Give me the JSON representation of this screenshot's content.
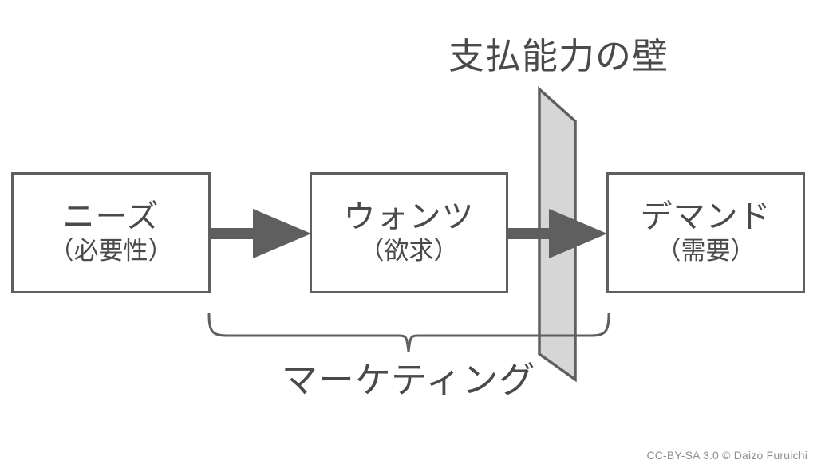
{
  "diagram": {
    "title_label": "支払能力の壁",
    "bracket_label": "マーケティング",
    "credit": "CC-BY-SA 3.0 © Daizo Furuichi",
    "colors": {
      "stroke": "#5f5f5f",
      "text": "#4a4a4a",
      "wall_fill": "#d6d6d6",
      "arrow_fill": "#5f5f5f",
      "background": "#ffffff",
      "credit_text": "#8e8e8e"
    },
    "boxes": [
      {
        "id": "needs",
        "title": "ニーズ",
        "subtitle": "（必要性）"
      },
      {
        "id": "wants",
        "title": "ウォンツ",
        "subtitle": "（欲求）"
      },
      {
        "id": "demand",
        "title": "デマンド",
        "subtitle": "（需要）"
      }
    ],
    "arrows": [
      {
        "id": "needs-to-wants",
        "from": "needs",
        "to": "wants"
      },
      {
        "id": "wants-to-demand",
        "from": "wants",
        "to": "demand"
      }
    ],
    "wall": {
      "id": "ability-to-pay-wall",
      "shape": "parallelogram",
      "spans": "between wants and demand"
    },
    "bracket": {
      "id": "marketing-brace",
      "covers": "needs-arrow through wants-arrow"
    }
  }
}
